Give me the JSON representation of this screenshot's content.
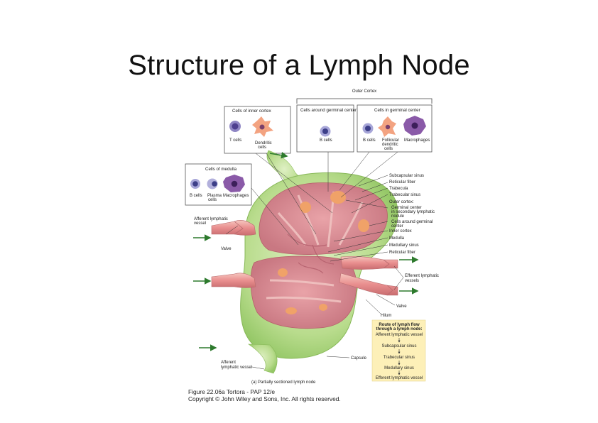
{
  "title": "Structure of a Lymph Node",
  "outer_cortex_label": "Outer Cortex",
  "boxes": {
    "inner_cortex": {
      "title": "Cells of inner cortex",
      "cells": [
        "T cells",
        "Dendritic",
        "cells"
      ]
    },
    "around_germinal": {
      "title": "Cells around germinal center",
      "cells": [
        "B cells"
      ]
    },
    "in_germinal": {
      "title": "Cells in germinal center",
      "cells": [
        "B cells",
        "Follicular",
        "dendritic",
        "cells",
        "Macrophages"
      ]
    },
    "medulla": {
      "title": "Cells of medulla",
      "cells": [
        "B cells",
        "Plasma",
        "cells",
        "Macrophages"
      ]
    }
  },
  "right_labels": [
    "Subcapsular sinus",
    "Reticular fiber",
    "Trabecula",
    "Trabecular sinus",
    "Outer cortex:",
    "Germinal center",
    "in secondary lymphatic",
    "nodule",
    "Cells around germinal",
    "center",
    "Inner cortex",
    "Medulla",
    "Medullary sinus",
    "Reticular fiber"
  ],
  "efferent_label": [
    "Efferent lymphatic",
    "vessels"
  ],
  "valve_right": "Valve",
  "hilum": "Hilum",
  "capsule": "Capsule",
  "afferent_top": [
    "Afferent lymphatic",
    "vessel"
  ],
  "valve_left": "Valve",
  "afferent_bottom": [
    "Afferent",
    "lymphatic vessel"
  ],
  "subcaption": "(a) Partially sectioned lymph node",
  "route": {
    "title": [
      "Route of lymph flow",
      "through a lymph node:"
    ],
    "steps": [
      "Afferent lymphatic vessel",
      "Subcapsular sinus",
      "Trabecular sinus",
      "Medullary sinus",
      "Efferent lymphatic vessel"
    ]
  },
  "figure_caption": "Figure 22.06a  Tortora - PAP 12/e",
  "copyright": "Copyright © John Wiley and Sons, Inc. All rights reserved.",
  "colors": {
    "capsule_green": "#b9dc8d",
    "tissue_pink": "#d98e95",
    "germinal_orange": "#f0a268",
    "route_box": "#fdf0b8",
    "arrow_green": "#2d7a2d"
  }
}
